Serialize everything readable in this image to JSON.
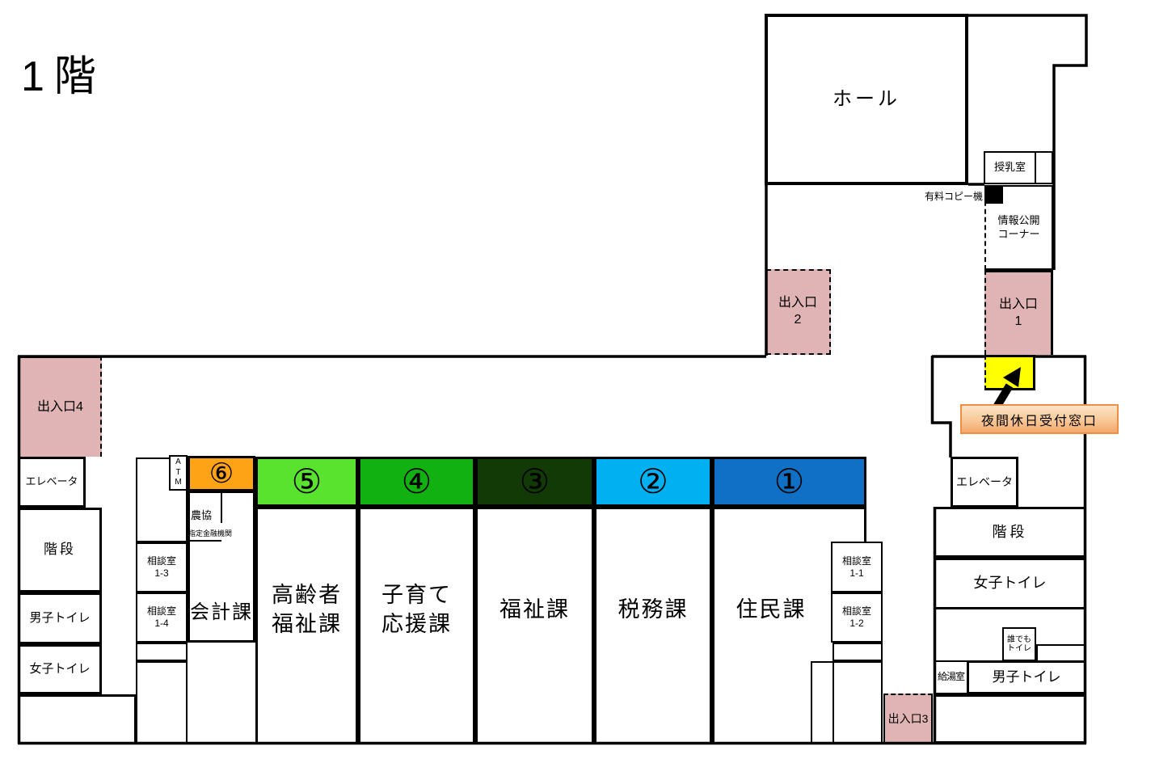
{
  "title": "1階",
  "hall": "ホール",
  "nursing_room": "授乳室",
  "paid_copy": "有料コピー機",
  "info_corner": {
    "line1": "情報公開",
    "line2": "コーナー"
  },
  "night_reception": "夜間休日受付窓口",
  "entrances": {
    "e1": {
      "line1": "出入口",
      "line2": "1"
    },
    "e2": {
      "line1": "出入口",
      "line2": "2"
    },
    "e3": "出入口3",
    "e4": "出入口4"
  },
  "left_wing": {
    "elevator": "エレベータ",
    "stairs": "階段",
    "mens_toilet": "男子トイレ",
    "womens_toilet": "女子トイレ"
  },
  "right_wing": {
    "elevator": "エレベータ",
    "stairs": "階段",
    "womens_toilet": "女子トイレ",
    "mens_toilet": "男子トイレ",
    "accessible_toilet": {
      "line1": "誰でも",
      "line2": "トイレ"
    },
    "kitchenette": "給湯室"
  },
  "atm": [
    "A",
    "T",
    "M"
  ],
  "bank": {
    "name": "農協",
    "subtitle": "指定金融機関"
  },
  "consult_rooms": [
    {
      "label": "相談室",
      "number": "1-3"
    },
    {
      "label": "相談室",
      "number": "1-4"
    },
    {
      "label": "相談室",
      "number": "1-1"
    },
    {
      "label": "相談室",
      "number": "1-2"
    }
  ],
  "departments": [
    {
      "number": "⑥",
      "color": "#FFA316",
      "lines": [
        "会計課"
      ]
    },
    {
      "number": "⑤",
      "color": "#59E32F",
      "lines": [
        "高齢者",
        "福祉課"
      ]
    },
    {
      "number": "④",
      "color": "#12B112",
      "lines": [
        "子育て",
        "応援課"
      ]
    },
    {
      "number": "③",
      "color": "#113A06",
      "lines": [
        "福祉課"
      ]
    },
    {
      "number": "②",
      "color": "#00B0F0",
      "lines": [
        "税務課"
      ]
    },
    {
      "number": "①",
      "color": "#1070C5",
      "lines": [
        "住民課"
      ]
    }
  ],
  "colors": {
    "entrance_pink": "#E0B4B4",
    "highlight_yellow": "#FFFF00",
    "label_border": "#ED9044",
    "label_gradient_top": "#FCE4C8",
    "label_gradient_bottom": "#F3A76C"
  }
}
